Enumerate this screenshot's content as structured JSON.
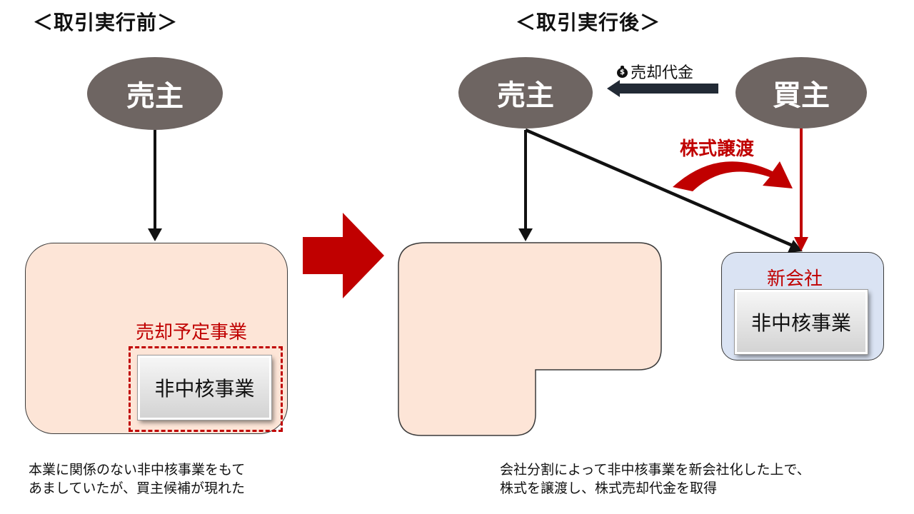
{
  "before": {
    "heading": "＜取引実行前＞",
    "seller": "売主",
    "planned_business_label": "売却予定事業",
    "non_core_business": "非中核事業",
    "caption_line1": "本業に関係のない非中核事業をもて",
    "caption_line2": "あましていたが、買主候補が現れた"
  },
  "after": {
    "heading": "＜取引実行後＞",
    "seller": "売主",
    "buyer": "買主",
    "sale_proceeds": "売却代金",
    "share_transfer": "株式譲渡",
    "new_company": "新会社",
    "non_core_business": "非中核事業",
    "caption_line1": "会社分割によって非中核事業を新会社化した上で、",
    "caption_line2": "株式を譲渡し、株式売却代金を取得"
  },
  "colors": {
    "ellipse": "#6e6562",
    "peach": "#fde5d7",
    "accent_red": "#c00000",
    "new_company_fill": "#dae3f3",
    "proceeds_arrow": "#222a35"
  },
  "icons": {
    "proceeds": "money-bag-icon",
    "transition": "right-arrow-icon"
  }
}
